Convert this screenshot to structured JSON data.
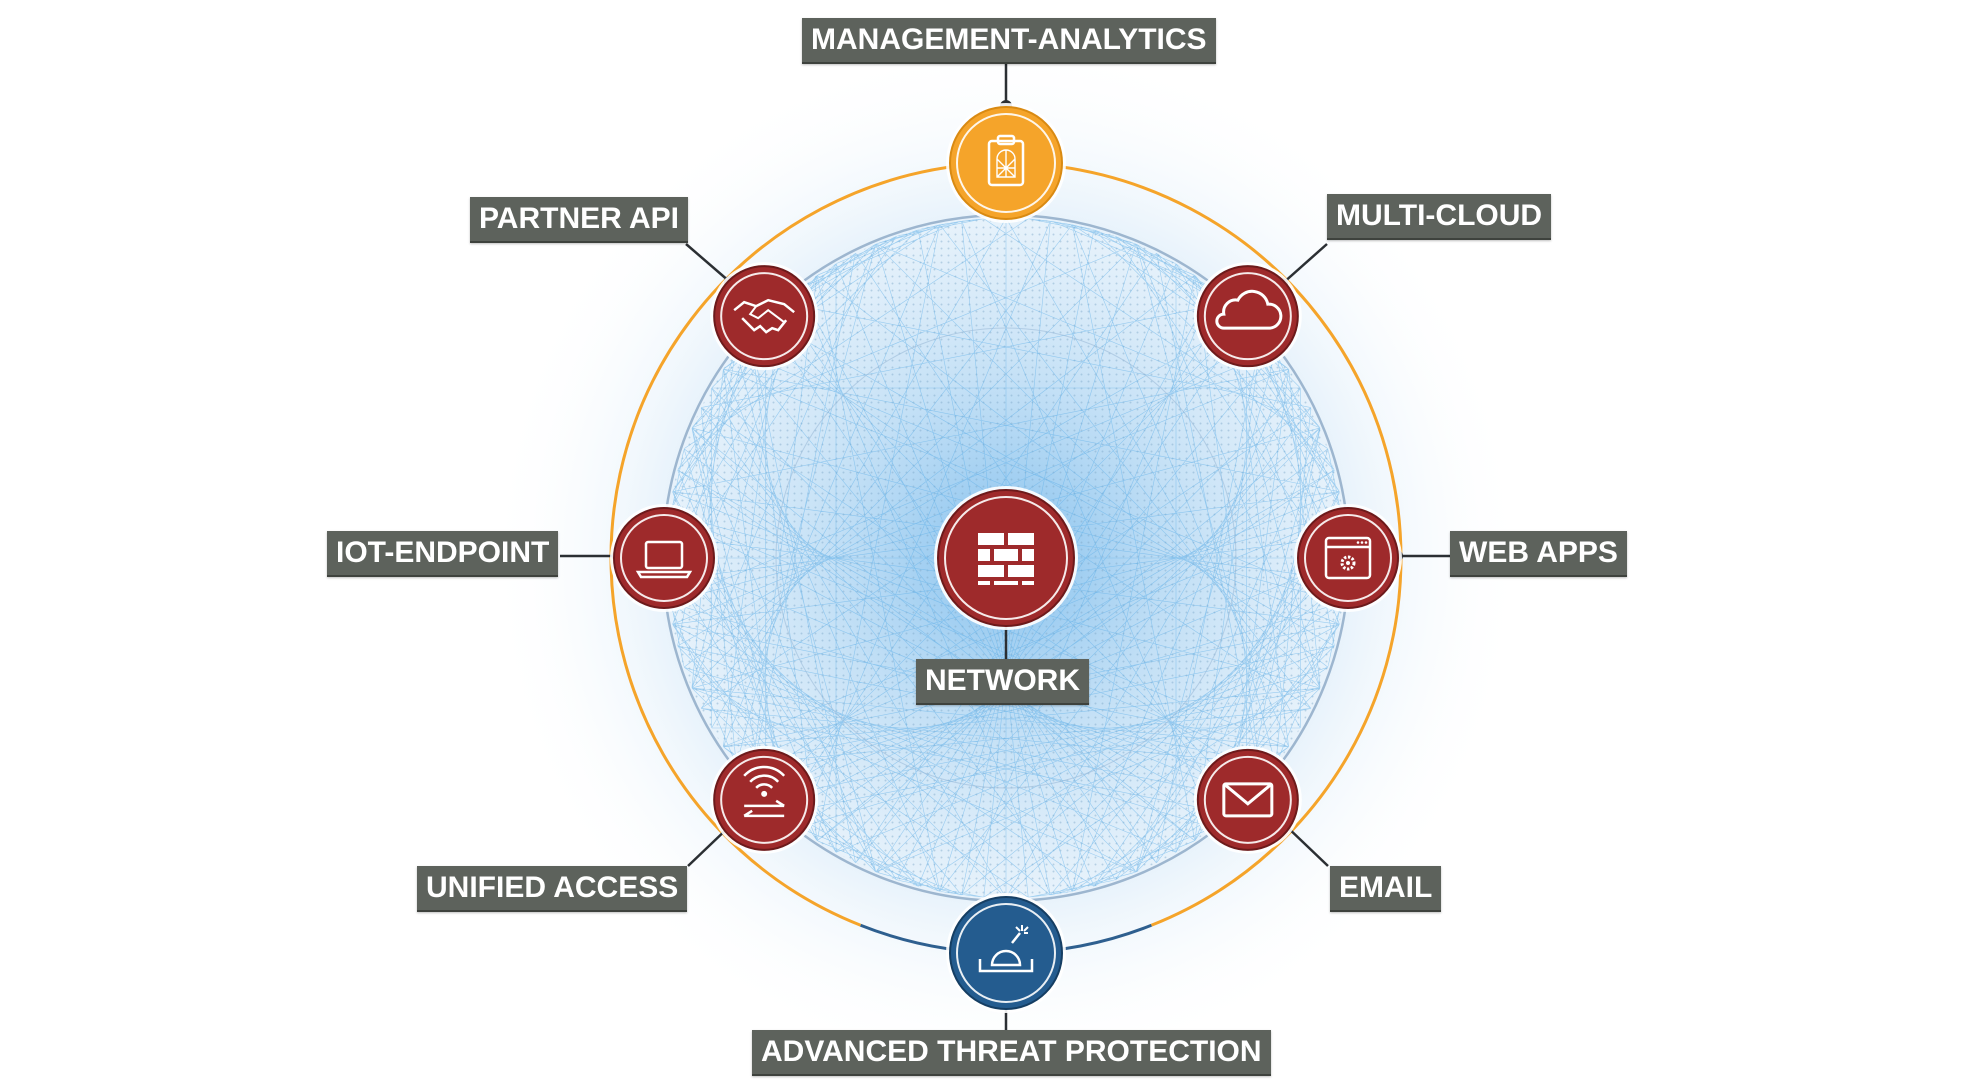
{
  "diagram": {
    "center_node": {
      "label": "NETWORK",
      "icon": "firewall-brick-icon",
      "color": "#9e2a2b"
    },
    "nodes": [
      {
        "id": "management-analytics",
        "label": "MANAGEMENT-ANALYTICS",
        "icon": "clipboard-chart-icon",
        "color": "#f5a42a"
      },
      {
        "id": "multi-cloud",
        "label": "MULTI-CLOUD",
        "icon": "cloud-icon",
        "color": "#9e2a2b"
      },
      {
        "id": "web-apps",
        "label": "WEB APPS",
        "icon": "browser-gear-icon",
        "color": "#9e2a2b"
      },
      {
        "id": "email",
        "label": "EMAIL",
        "icon": "envelope-icon",
        "color": "#9e2a2b"
      },
      {
        "id": "advanced-threat-protection",
        "label": "ADVANCED THREAT PROTECTION",
        "icon": "sandbox-bomb-icon",
        "color": "#245c8f"
      },
      {
        "id": "unified-access",
        "label": "UNIFIED ACCESS",
        "icon": "wifi-arrows-icon",
        "color": "#9e2a2b"
      },
      {
        "id": "iot-endpoint",
        "label": "IOT-ENDPOINT",
        "icon": "laptop-icon",
        "color": "#9e2a2b"
      },
      {
        "id": "partner-api",
        "label": "PARTNER API",
        "icon": "handshake-icon",
        "color": "#9e2a2b"
      }
    ],
    "colors": {
      "label_background": "#5d625c",
      "label_text": "#ffffff",
      "outer_ring_accent": "#f5a42a",
      "inner_ring": "#8aa6c4",
      "mesh": "#5eaee8",
      "connector": "#2b2f33"
    }
  }
}
